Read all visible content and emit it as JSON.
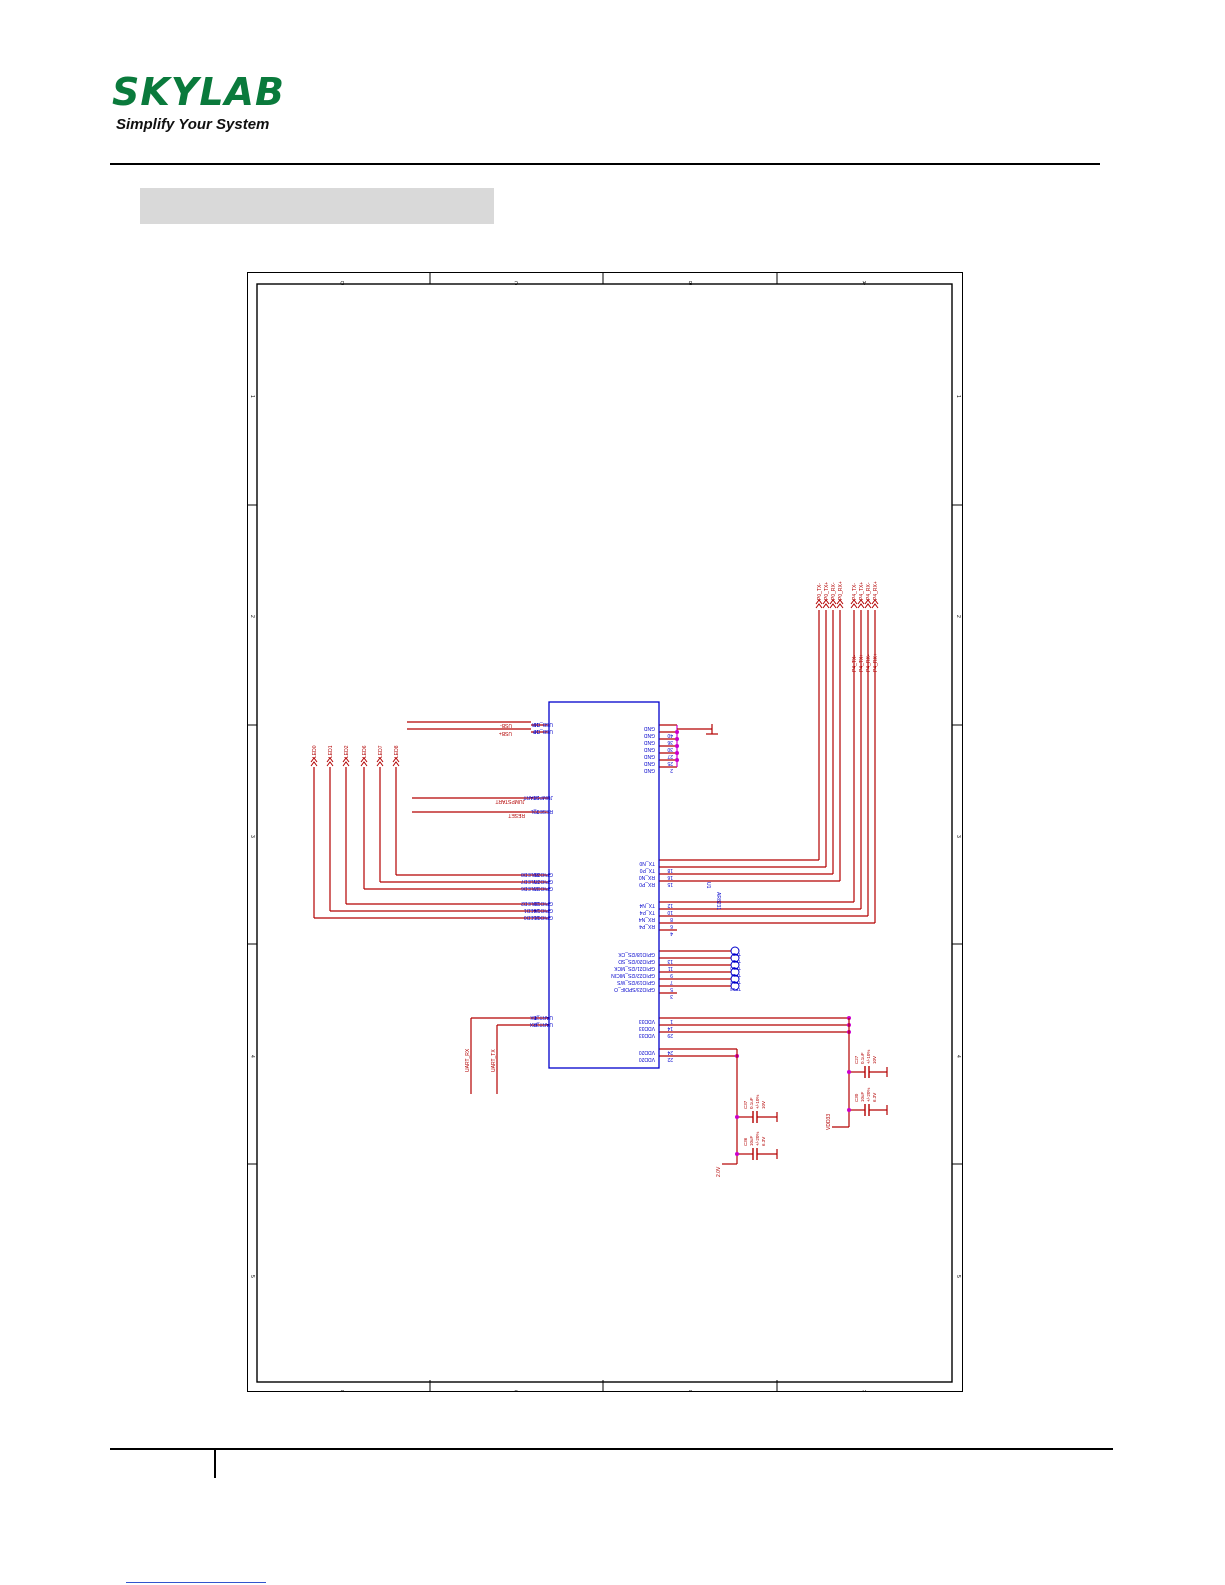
{
  "header": {
    "logo_word": "SKYLAB",
    "tagline": "Simplify Your System",
    "brand_color": "#0a7a3c"
  },
  "section": {
    "title": ""
  },
  "schematic": {
    "ic": {
      "part": "AR8231",
      "ref": "U1",
      "left_pins": [
        {
          "num": "17",
          "name": "USB_DM",
          "net": "USB-"
        },
        {
          "num": "18",
          "name": "USB_DP",
          "net": "USB+"
        },
        {
          "num": "26",
          "name": "JUMPSTART",
          "net": "JUMPSTART"
        },
        {
          "num": "23",
          "name": "RESET_L",
          "net": "RESET"
        },
        {
          "num": "20",
          "name": "GPIO28/LED8",
          "net": "LED8"
        },
        {
          "num": "21",
          "name": "GPIO27/LED7",
          "net": "LED7"
        },
        {
          "num": "19",
          "name": "GPIO17/LED6",
          "net": "LED6"
        },
        {
          "num": "33",
          "name": "GPIO13/LED2",
          "net": "LED2"
        },
        {
          "num": "34",
          "name": "GPIO1/LED1",
          "net": "LED1"
        },
        {
          "num": "35",
          "name": "GPIO0/LED0",
          "net": "LED0"
        },
        {
          "num": "38",
          "name": "UART_TX",
          "net": "UART_TX"
        },
        {
          "num": "37",
          "name": "UART_RX",
          "net": "UART_RX"
        }
      ],
      "right_pins": [
        {
          "num": "",
          "name": "GND"
        },
        {
          "num": "40",
          "name": "GND"
        },
        {
          "num": "36",
          "name": "GND"
        },
        {
          "num": "30",
          "name": "GND"
        },
        {
          "num": "27",
          "name": "GND"
        },
        {
          "num": "25",
          "name": "GND"
        },
        {
          "num": "2",
          "name": "GND"
        },
        {
          "num": "",
          "name": "TX_N0"
        },
        {
          "num": "18",
          "name": "TX_P0"
        },
        {
          "num": "16",
          "name": "RX_N0"
        },
        {
          "num": "15",
          "name": "RX_P0"
        },
        {
          "num": "12",
          "name": "TX_N4"
        },
        {
          "num": "10",
          "name": "TX_P4"
        },
        {
          "num": "8",
          "name": "RX_N4"
        },
        {
          "num": "6",
          "name": "RX_P4"
        },
        {
          "num": "4",
          "name": ""
        },
        {
          "num": "",
          "name": "GPIO18/I2S_CK"
        },
        {
          "num": "13",
          "name": "GPIO20/I2S_SD"
        },
        {
          "num": "11",
          "name": "GPIO21/I2S_MCK"
        },
        {
          "num": "9",
          "name": "GPIO22/I2S_MICIN"
        },
        {
          "num": "7",
          "name": "GPIO19/I2S_WS"
        },
        {
          "num": "5",
          "name": "GPIO23/SPDIF_O"
        },
        {
          "num": "3",
          "name": ""
        },
        {
          "num": "1",
          "name": "VDD33"
        },
        {
          "num": "14",
          "name": "VDD33"
        },
        {
          "num": "29",
          "name": "VDD33"
        },
        {
          "num": "24",
          "name": "VDD20"
        },
        {
          "num": "22",
          "name": "VDD20"
        }
      ]
    },
    "ports_top": [
      "P0_TX-",
      "P0_TX+",
      "P0_RX-",
      "P0_RX+",
      "P4_TX-",
      "P4_TX+",
      "P4_RX-",
      "P4_RX+"
    ],
    "ports_mid": [
      "P4_TX-",
      "P4_TX+",
      "P4_RX-",
      "P4_RX+"
    ],
    "leds": [
      "LED0",
      "LED1",
      "LED2",
      "LED6",
      "LED7",
      "LED8"
    ],
    "test_points": [
      "TP8",
      "TP9",
      "TP10",
      "TP11",
      "TP12",
      "TP13"
    ],
    "uart": [
      "UART_RX",
      "UART_TX"
    ],
    "caps": [
      {
        "ref": "C37",
        "value": "0.1uF",
        "tol": "+/-10%",
        "volt": "10V"
      },
      {
        "ref": "C36",
        "value": "10uF",
        "tol": "+/-20%",
        "volt": "6.3V"
      },
      {
        "ref": "C27",
        "value": "0.1uF",
        "tol": "+/-10%",
        "volt": "10V"
      },
      {
        "ref": "C30",
        "value": "10uF",
        "tol": "+/-20%",
        "volt": "6.3V"
      }
    ],
    "rails": [
      "2.0V",
      "VDD33"
    ],
    "border_letters": [
      "D",
      "C",
      "B",
      "A"
    ],
    "border_numbers": [
      "1",
      "2",
      "3",
      "4",
      "5"
    ],
    "colors": {
      "net": "#b30000",
      "part": "#0000cc",
      "junction": "#cc00cc",
      "frame": "#000000"
    }
  }
}
